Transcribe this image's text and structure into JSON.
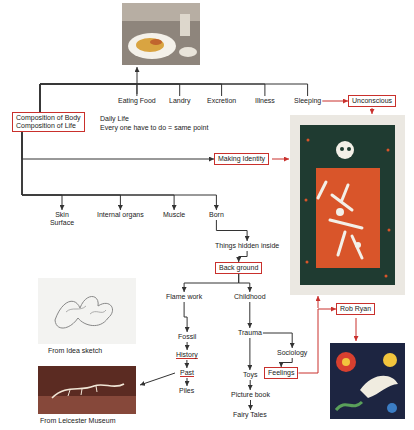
{
  "diagram": {
    "nodes": [
      {
        "text": [
          "Composition of Body",
          "Composition of Life"
        ]
      },
      {
        "text": [
          "Eating Food"
        ]
      },
      {
        "text": [
          "Landry"
        ]
      },
      {
        "text": [
          "Excretion"
        ]
      },
      {
        "text": [
          "Illness"
        ]
      },
      {
        "text": [
          "Sleeping"
        ]
      },
      {
        "text": [
          "Unconscious"
        ]
      },
      {
        "text": [
          "Making Identity"
        ]
      },
      {
        "text": [
          "Skin Surface"
        ]
      },
      {
        "text": [
          "Internal organs"
        ]
      },
      {
        "text": [
          "Muscle"
        ]
      },
      {
        "text": [
          "Born"
        ]
      },
      {
        "text": [
          "Things hidden inside"
        ]
      },
      {
        "text": [
          "Back ground"
        ]
      },
      {
        "text": [
          "Flame work"
        ]
      },
      {
        "text": [
          "Childhood"
        ]
      },
      {
        "text": [
          "Fossil"
        ]
      },
      {
        "text": [
          "History"
        ]
      },
      {
        "text": [
          "Past"
        ]
      },
      {
        "text": [
          "Piles"
        ]
      },
      {
        "text": [
          "Trauma"
        ]
      },
      {
        "text": [
          "Sociology"
        ]
      },
      {
        "text": [
          "Feelings"
        ]
      },
      {
        "text": [
          "Toys"
        ]
      },
      {
        "text": [
          "Picture book"
        ]
      },
      {
        "text": [
          "Fairy Tales"
        ]
      },
      {
        "text": [
          "Rob Ryan"
        ]
      }
    ],
    "edges": [
      {
        "from": 0,
        "to": 1,
        "arrow": "none"
      },
      {
        "from": 0,
        "to": 2,
        "arrow": "none"
      },
      {
        "from": 0,
        "to": 3,
        "arrow": "none"
      },
      {
        "from": 0,
        "to": 4,
        "arrow": "none"
      },
      {
        "from": 0,
        "to": 5,
        "arrow": "none"
      },
      {
        "from": 5,
        "to": 6,
        "arrow": "to"
      },
      {
        "from": 0,
        "to": 7,
        "arrow": "to"
      },
      {
        "from": 0,
        "to": 8,
        "arrow": "to"
      },
      {
        "from": 0,
        "to": 9,
        "arrow": "to"
      },
      {
        "from": 0,
        "to": 10,
        "arrow": "to"
      },
      {
        "from": 0,
        "to": 11,
        "arrow": "to"
      },
      {
        "from": 11,
        "to": 12,
        "arrow": "to"
      },
      {
        "from": 12,
        "to": 13,
        "arrow": "to"
      },
      {
        "from": 13,
        "to": 14,
        "arrow": "to"
      },
      {
        "from": 13,
        "to": 15,
        "arrow": "to"
      },
      {
        "from": 14,
        "to": 16,
        "arrow": "to"
      },
      {
        "from": 16,
        "to": 17,
        "arrow": "to"
      },
      {
        "from": 17,
        "to": 18,
        "arrow": "to"
      },
      {
        "from": 18,
        "to": 19,
        "arrow": "to"
      },
      {
        "from": 15,
        "to": 20,
        "arrow": "to"
      },
      {
        "from": 20,
        "to": 21,
        "arrow": "to"
      },
      {
        "from": 21,
        "to": 22,
        "arrow": "to"
      },
      {
        "from": 20,
        "to": 23,
        "arrow": "to"
      },
      {
        "from": 23,
        "to": 24,
        "arrow": "to"
      },
      {
        "from": 24,
        "to": 25,
        "arrow": "to"
      },
      {
        "from": 22,
        "to": 26,
        "arrow": "to"
      }
    ],
    "labels": [
      "Daily Life",
      "Every one have to do = same point",
      "From Idea sketch",
      "From Leicester Museum"
    ]
  }
}
